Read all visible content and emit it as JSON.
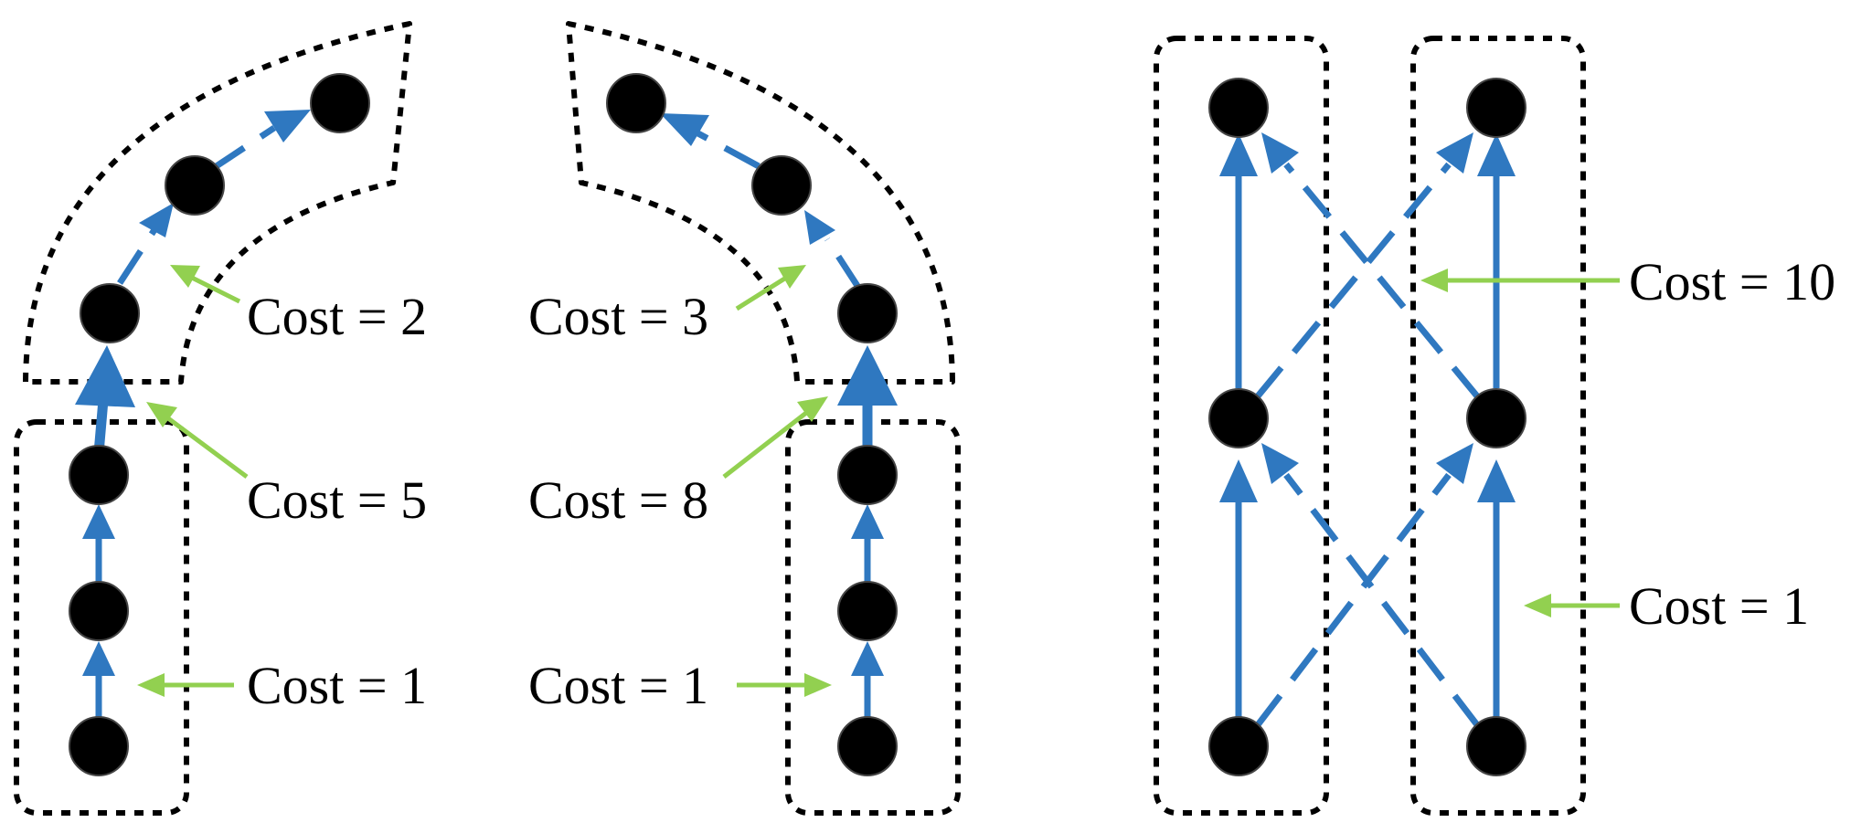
{
  "labels": {
    "left_top": "Cost = 2",
    "left_mid": "Cost = 5",
    "left_bottom": "Cost = 1",
    "middle_top": "Cost = 3",
    "middle_mid": "Cost = 8",
    "middle_bottom": "Cost = 1",
    "right_top": "Cost = 10",
    "right_bottom": "Cost = 1"
  },
  "colors": {
    "edge": "#2f78c0",
    "pointer": "#92d050",
    "node": "#000000",
    "region": "#000000"
  }
}
